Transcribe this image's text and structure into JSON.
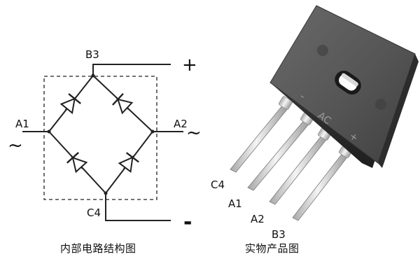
{
  "schematic": {
    "caption": "内部电路结构图",
    "labels": {
      "b3": "B3",
      "a1": "A1",
      "a2": "A2",
      "c4": "C4",
      "plus": "+",
      "minus": "-",
      "tilde_left": "~",
      "tilde_right": "~"
    }
  },
  "product": {
    "caption": "实物产品图",
    "body_marks": {
      "minus": "-",
      "ac": "AC",
      "plus": "+"
    },
    "pin_labels": [
      "C4",
      "A1",
      "A2",
      "B3"
    ]
  }
}
